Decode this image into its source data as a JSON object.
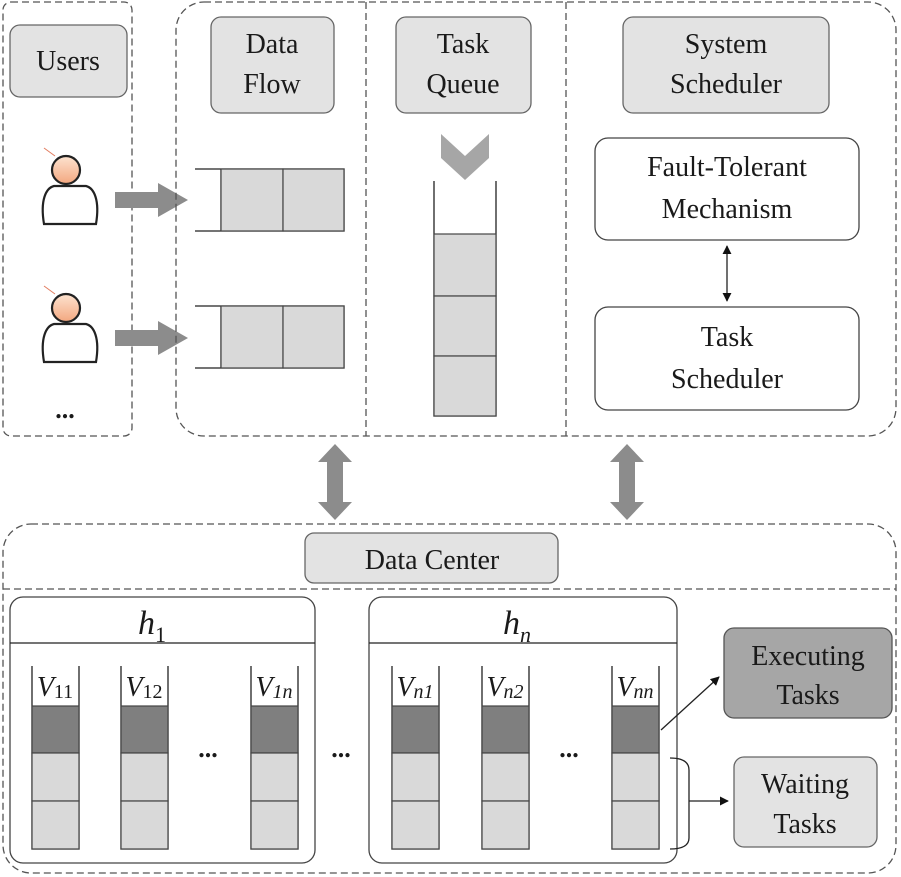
{
  "users_panel": {
    "title": "Users",
    "more": "..."
  },
  "data_flow": {
    "line1": "Data",
    "line2": "Flow"
  },
  "task_queue": {
    "line1": "Task",
    "line2": "Queue"
  },
  "system_scheduler": {
    "line1": "System",
    "line2": "Scheduler",
    "fault_tolerant": {
      "line1": "Fault-Tolerant",
      "line2": "Mechanism"
    },
    "task_scheduler": {
      "line1": "Task",
      "line2": "Scheduler"
    }
  },
  "data_center": {
    "title": "Data Center",
    "host_1": {
      "name": "h",
      "sub": "1",
      "vms": [
        {
          "name": "V",
          "sub": "11"
        },
        {
          "name": "V",
          "sub": "12"
        },
        {
          "name": "V",
          "sub": "1n"
        }
      ],
      "ellipsis": "..."
    },
    "between_hosts": "...",
    "host_n": {
      "name": "h",
      "sub": "n",
      "vms": [
        {
          "name": "V",
          "sub": "n1"
        },
        {
          "name": "V",
          "sub": "n2"
        },
        {
          "name": "V",
          "sub": "nn"
        }
      ],
      "ellipsis": "..."
    },
    "executing": {
      "line1": "Executing",
      "line2": "Tasks"
    },
    "waiting": {
      "line1": "Waiting",
      "line2": "Tasks"
    }
  }
}
